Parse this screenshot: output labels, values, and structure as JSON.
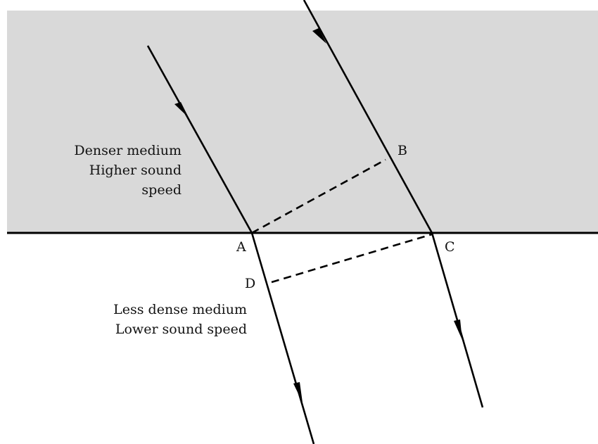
{
  "media": {
    "upper_lines": [
      "Denser medium",
      "Higher sound",
      "speed"
    ],
    "lower_lines": [
      "Less dense medium",
      "Lower sound speed"
    ]
  },
  "points": {
    "a": "A",
    "b": "B",
    "c": "C",
    "d": "D"
  },
  "colors": {
    "upper_medium": "#d9d9d9",
    "lower_medium": "#ffffff",
    "lines": "#000000"
  }
}
